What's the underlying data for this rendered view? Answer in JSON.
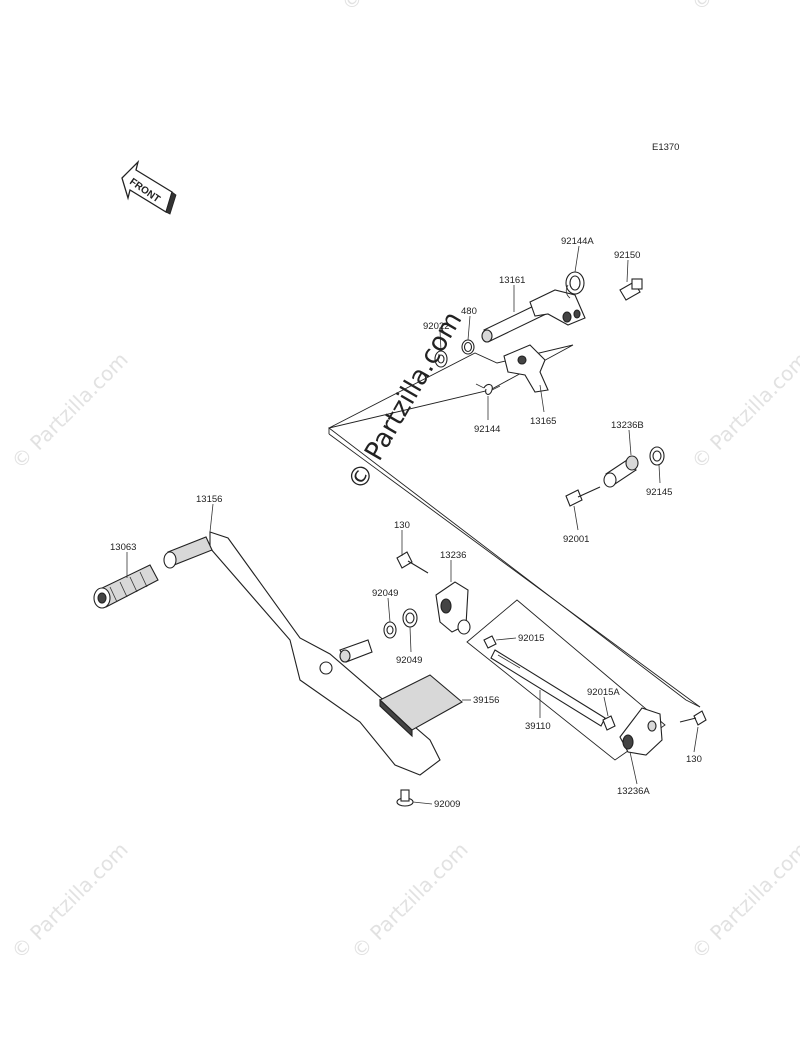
{
  "diagram_code": "E1370",
  "front_label": "FRONT",
  "watermark": {
    "main": "© Partzilla.com",
    "tile": "© Partzilla.com"
  },
  "labels": {
    "p92144A": "92144A",
    "p92150": "92150",
    "p13161": "13161",
    "p480": "480",
    "p92022": "92022",
    "p92144": "92144",
    "p13165": "13165",
    "p13236B": "13236B",
    "p92145": "92145",
    "p92001": "92001",
    "p13156": "13156",
    "p13063": "13063",
    "p130a": "130",
    "p13236": "13236",
    "p92049a": "92049",
    "p92049b": "92049",
    "p92015": "92015",
    "p92015A": "92015A",
    "p39156": "39156",
    "p39110": "39110",
    "p130b": "130",
    "p13236A": "13236A",
    "p92009": "92009"
  }
}
